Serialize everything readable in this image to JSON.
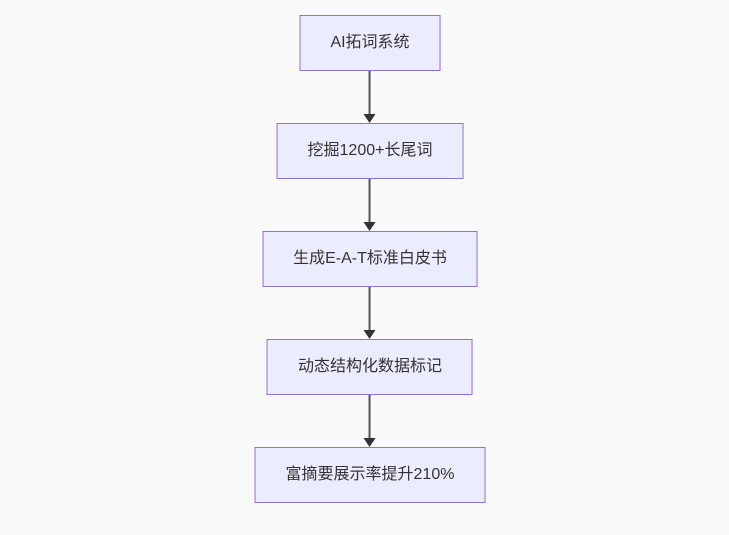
{
  "diagram": {
    "type": "flowchart",
    "direction": "top-down",
    "nodes": [
      {
        "id": "node-1",
        "label": "AI拓词系统"
      },
      {
        "id": "node-2",
        "label": "挖掘1200+长尾词"
      },
      {
        "id": "node-3",
        "label": "生成E-A-T标准白皮书"
      },
      {
        "id": "node-4",
        "label": "动态结构化数据标记"
      },
      {
        "id": "node-5",
        "label": "富摘要展示率提升210%"
      }
    ],
    "edges": [
      {
        "from": "node-1",
        "to": "node-2"
      },
      {
        "from": "node-2",
        "to": "node-3"
      },
      {
        "from": "node-3",
        "to": "node-4"
      },
      {
        "from": "node-4",
        "to": "node-5"
      }
    ]
  },
  "colors": {
    "background": "#fafafa",
    "node_fill": "#ececff",
    "node_border": "#9370db",
    "node_text": "#333333",
    "arrow_line": "#555555",
    "arrow_head": "#333333"
  }
}
